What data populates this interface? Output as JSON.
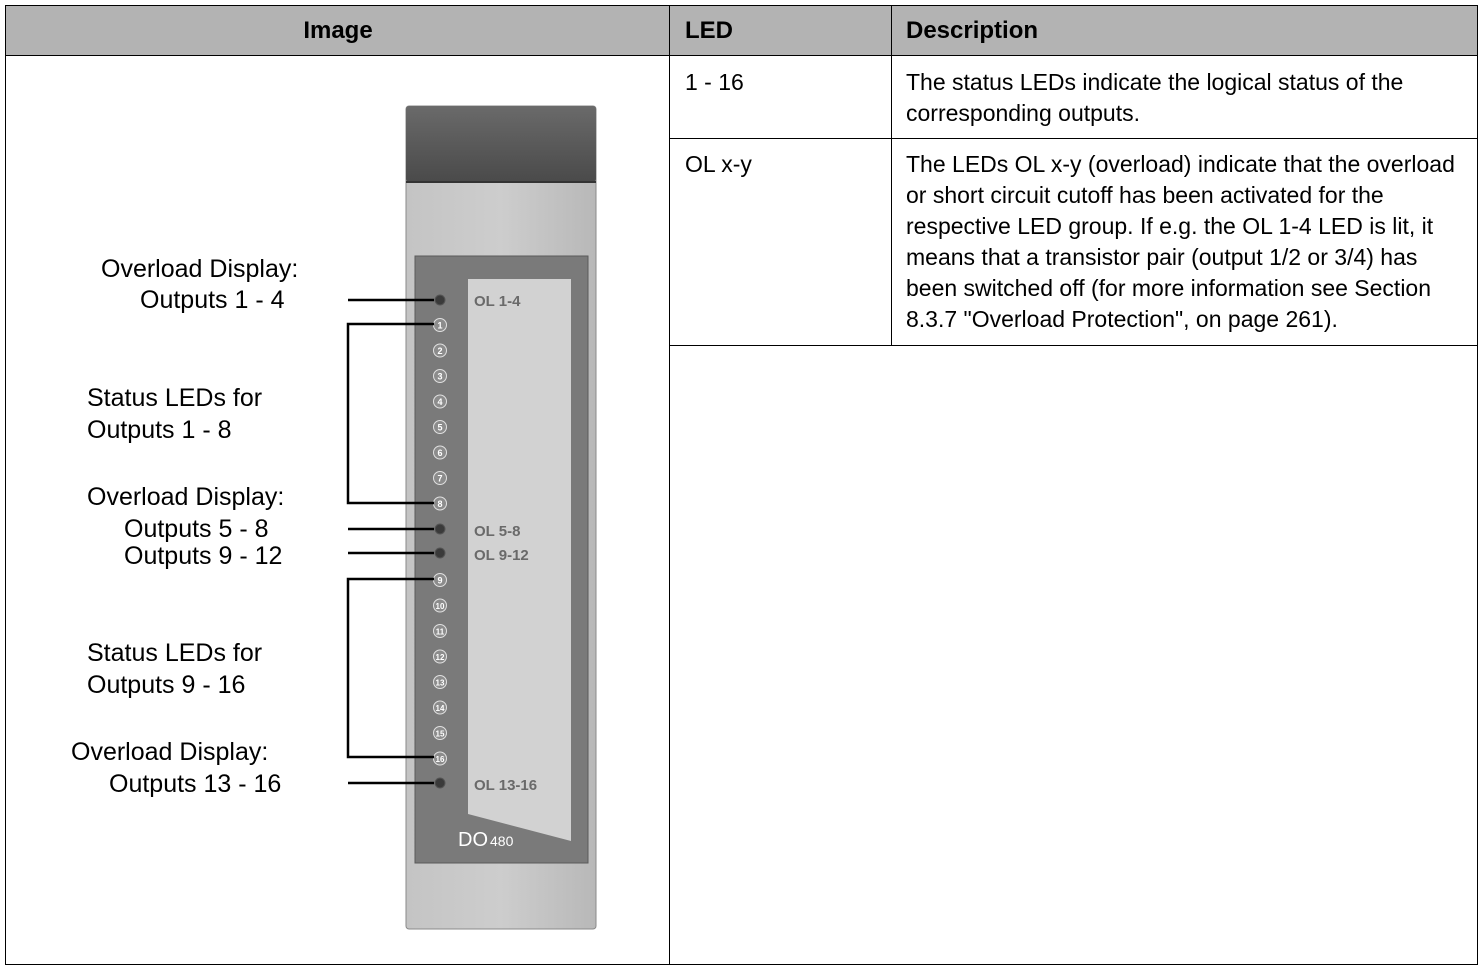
{
  "headers": {
    "image": "Image",
    "led": "LED",
    "description": "Description"
  },
  "rows": [
    {
      "led": "1 - 16",
      "description": "The status LEDs indicate the logical status of the corresponding outputs."
    },
    {
      "led": "OL x-y",
      "description": "The LEDs OL x-y (overload) indicate that the overload or short circuit cutoff has been activated for the respective LED group. If e.g. the OL 1-4 LED is lit, it means that a transistor pair (output 1/2 or 3/4) has been switched off (for more information see Section 8.3.7 \"Overload Protection\", on page 261)."
    }
  ],
  "figure": {
    "callouts": {
      "overload_display_1": "Overload Display:",
      "outputs_1_4": "Outputs 1 - 4",
      "status_leds_for_1": "Status LEDs for",
      "outputs_1_8": "Outputs 1 - 8",
      "overload_display_2": "Overload Display:",
      "outputs_5_8": "Outputs 5 - 8",
      "outputs_9_12": "Outputs 9 - 12",
      "status_leds_for_2": "Status LEDs for",
      "outputs_9_16": "Outputs 9 - 16",
      "overload_display_3": "Overload Display:",
      "outputs_13_16": "Outputs 13 - 16"
    },
    "module_labels": {
      "ol_1_4": "OL 1-4",
      "ol_5_8": "OL 5-8",
      "ol_9_12": "OL 9-12",
      "ol_13_16": "OL 13-16",
      "model": "DO",
      "model_number": "480"
    },
    "led_numbers": [
      "1",
      "2",
      "3",
      "4",
      "5",
      "6",
      "7",
      "8",
      "9",
      "10",
      "11",
      "12",
      "13",
      "14",
      "15",
      "16"
    ]
  }
}
